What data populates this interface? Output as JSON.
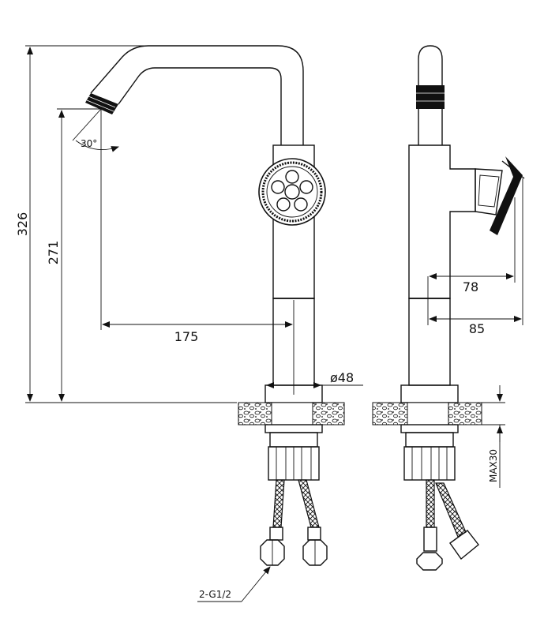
{
  "dimensions": {
    "total_height": "326",
    "outlet_height": "271",
    "spout_reach": "175",
    "base_diameter": "ø48",
    "spout_angle": "30°",
    "handle_depth_1": "78",
    "handle_depth_2": "85",
    "max_deck_thickness": "MAX30",
    "connection": "2-G1/2"
  },
  "colors": {
    "line": "#111111",
    "background": "#ffffff"
  }
}
